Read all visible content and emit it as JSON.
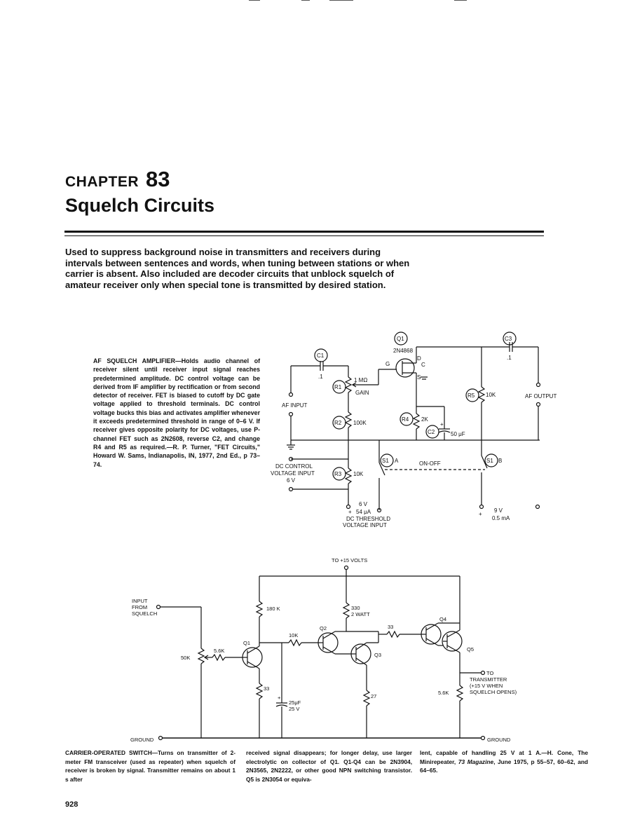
{
  "chapter": {
    "word": "CHAPTER",
    "number": "83",
    "title": "Squelch Circuits"
  },
  "intro": "Used to suppress background noise in transmitters and receivers during intervals between sentences and words, when tuning between stations or when carrier is absent. Also included are decoder circuits that unblock squelch of amateur receiver only when special tone is transmitted by desired station.",
  "af_caption": {
    "lead": "AF SQUELCH AMPLIFIER",
    "body": "—Holds audio channel of receiver silent until receiver input signal reaches predetermined amplitude. DC control voltage can be derived from IF amplifier by rectification or from second detector of receiver. FET is biased to cutoff by DC gate voltage applied to threshold terminals. DC control voltage bucks this bias and activates amplifier whenever it exceeds predetermined threshold in range of 0–6 V. If receiver gives opposite polarity for DC voltages, use P-channel FET such as 2N2608, reverse C2, and change R4 and R5 as required.—R. P. Turner, \"FET Circuits,\" Howard W. Sams, Indianapolis, IN, 1977, 2nd Ed., p 73–74."
  },
  "af_diagram": {
    "q1": "Q1",
    "q1_part": "2N4868",
    "g": "G",
    "d": "D",
    "c": "C",
    "s": "S",
    "c1": "C1",
    "c1_val": ".1",
    "c3": "C3",
    "c3_val": ".1",
    "r1": "R1",
    "r1_val": "1 MΩ",
    "gain": "GAIN",
    "r2": "R2",
    "r2_val": "100K",
    "r3": "R3",
    "r3_val": "10K",
    "r4": "R4",
    "r4_val": "2K",
    "r5": "R5",
    "r5_val": "10K",
    "c2": "C2",
    "c2_val": "50 μF",
    "plus": "+",
    "s1": "S1",
    "s1a": "A",
    "s1b": "B",
    "on_off": "ON-OFF",
    "af_input": "AF INPUT",
    "af_output": "AF OUTPUT",
    "dc_control_1": "DC CONTROL",
    "dc_control_2": "VOLTAGE INPUT",
    "dc_control_3": "6 V",
    "thr_v": "6 V",
    "thr_i": "54 μA",
    "thr_1": "DC THRESHOLD",
    "thr_2": "VOLTAGE INPUT",
    "sup_v": "9 V",
    "sup_i": "0.5 mA"
  },
  "cos_diagram": {
    "supply": "TO +15 VOLTS",
    "input_1": "INPUT",
    "input_2": "FROM",
    "input_3": "SQUELCH",
    "r50k": "50K",
    "r56k": "5.6K",
    "r180k": "180 K",
    "r10k": "10K",
    "r330_1": "330",
    "r330_2": "2 WATT",
    "r33a": "33",
    "r33b": "33",
    "r27": "27",
    "r56k_b": "5.6K",
    "q1": "Q1",
    "q2": "Q2",
    "q3": "Q3",
    "q4": "Q4",
    "q5": "Q5",
    "cap_1": "25μF",
    "cap_2": "25 V",
    "to_1": "TO",
    "to_2": "TRANSMITTER",
    "to_3": "(+15 V WHEN",
    "to_4": "SQUELCH OPENS)",
    "ground_l": "GROUND",
    "ground_r": "GROUND"
  },
  "cos_caption": {
    "lead": "CARRIER-OPERATED SWITCH",
    "col1": "—Turns on transmitter of 2-meter FM transceiver (used as repeater) when squelch of receiver is broken by signal. Transmitter remains on about 1 s after",
    "col2": "received signal disappears; for longer delay, use larger electrolytic on collector of Q1. Q1-Q4 can be 2N3904, 2N3565, 2N2222, or other good NPN switching transistor. Q5 is 2N3054 or equiva-",
    "col3_a": "lent, capable of handling 25 V at 1 A.—H. Cone, The Minirepeater, ",
    "col3_mag": "73 Magazine",
    "col3_b": ", June 1975, p 55–57, 60–62, and 64–65."
  },
  "page_number": "928"
}
